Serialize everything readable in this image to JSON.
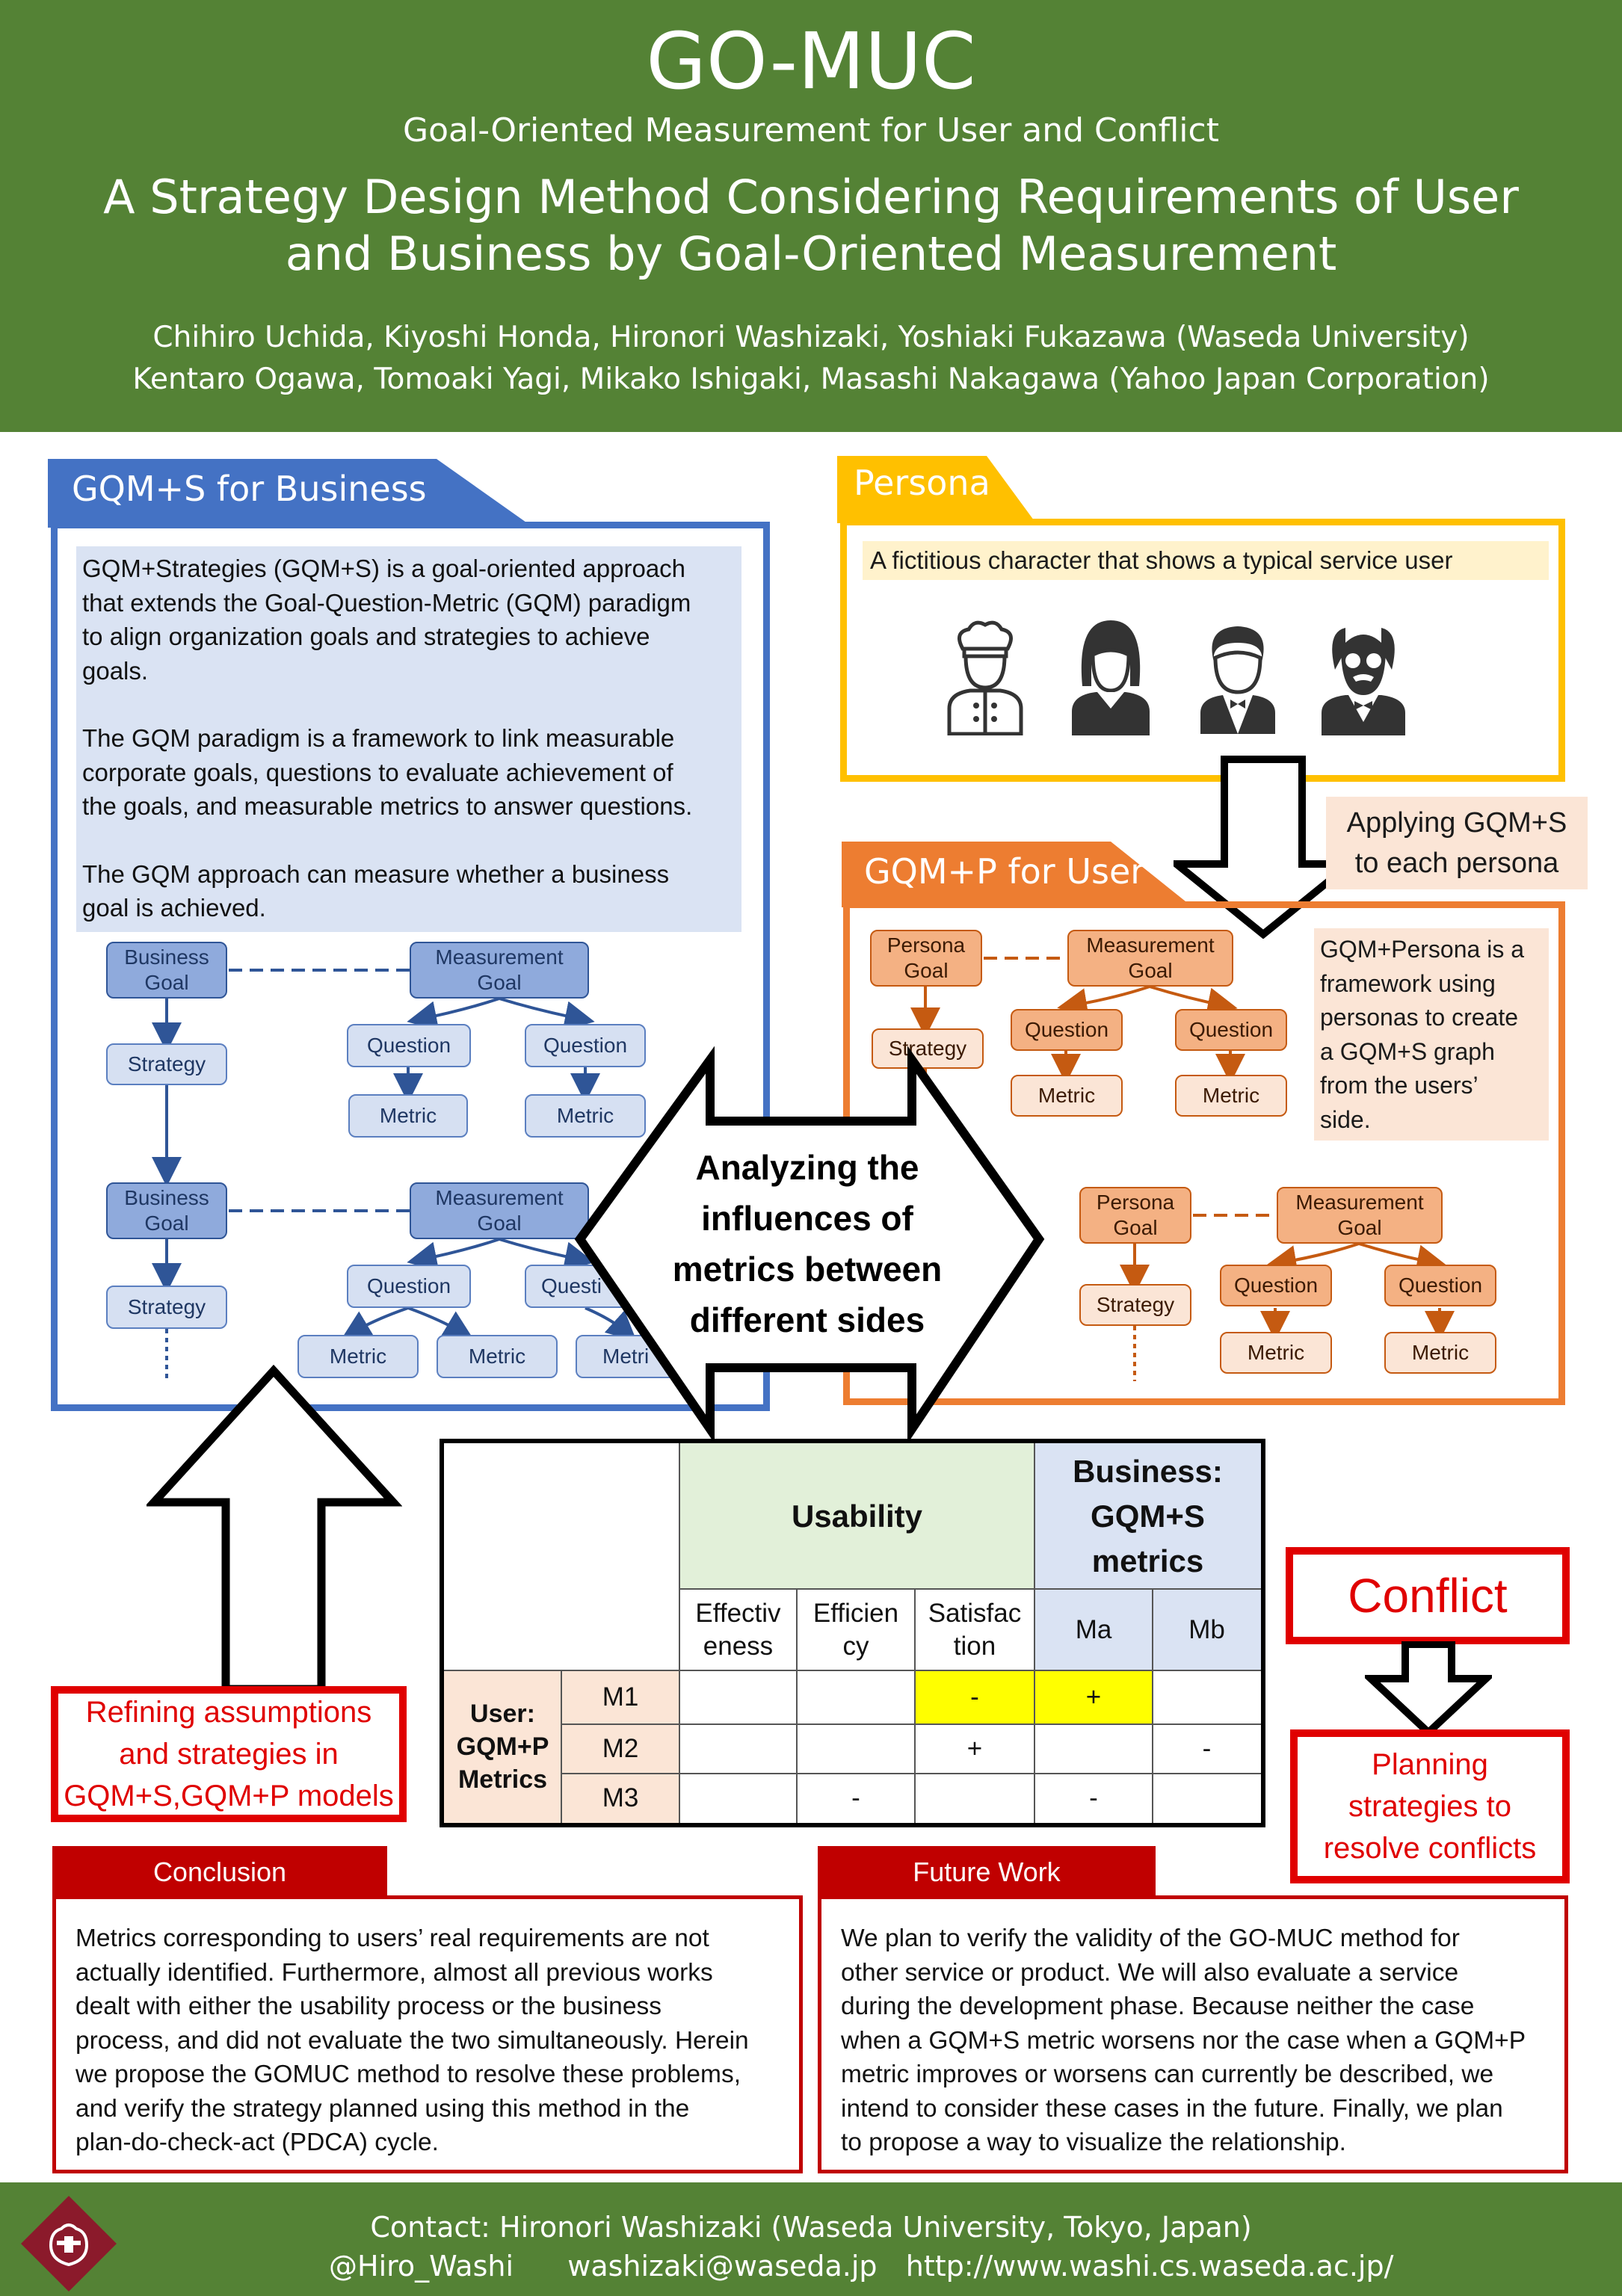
{
  "header": {
    "title": "GO-MUC",
    "subtitle": "Goal-Oriented Measurement for User and Conflict",
    "main_title_line1": "A Strategy Design Method Considering Requirements of User",
    "main_title_line2": "and Business by Goal-Oriented Measurement",
    "authors_line1": "Chihiro Uchida, Kiyoshi Honda, Hironori Washizaki, Yoshiaki Fukazawa (Waseda University)",
    "authors_line2": "Kentaro Ogawa, Tomoaki Yagi, Mikako Ishigaki, Masashi Nakagawa (Yahoo Japan Corporation)"
  },
  "gqms": {
    "tab_label": "GQM+S for Business",
    "para1": [
      "GQM+Strategies (GQM+S) is a goal-oriented approach",
      "that extends the Goal-Question-Metric (GQM) paradigm",
      "to align organization goals and strategies to achieve",
      "goals."
    ],
    "para2": [
      "The GQM paradigm is a framework to link measurable",
      "corporate goals, questions to evaluate achievement of",
      "the goals, and measurable metrics to answer questions."
    ],
    "para3": [
      "The GQM approach can measure whether a business",
      "goal is achieved."
    ],
    "business_goal": [
      "Business",
      "Goal"
    ],
    "measurement_goal": [
      "Measurement",
      "Goal"
    ],
    "strategy": "Strategy",
    "question": "Question",
    "question_cut": "Questi",
    "metric": "Metric",
    "metric_cut": "Metri",
    "ellipsis": "⋮"
  },
  "persona": {
    "tab_label": "Persona",
    "description": "A fictitious character that shows a typical service user",
    "icons": [
      "chef-icon",
      "woman-icon",
      "waiter-icon",
      "old-man-icon"
    ]
  },
  "applying_label": [
    "Applying GQM+S",
    "to each persona"
  ],
  "gqmp": {
    "tab_label": "GQM+P for User",
    "description": [
      "GQM+Persona is a",
      "framework using",
      "personas to create",
      "a GQM+S graph",
      "from the users’",
      "side."
    ],
    "persona_goal": [
      "Persona",
      "Goal"
    ],
    "measurement_goal": [
      "Measurement",
      "Goal"
    ],
    "strategy": "Strategy",
    "question": "Question",
    "metric": "Metric"
  },
  "center_arrow_text": [
    "Analyzing the",
    "influences of",
    "metrics between",
    "different sides"
  ],
  "table": {
    "usability_header": "Usability",
    "business_header": [
      "Business:",
      "GQM+S",
      "metrics"
    ],
    "user_header": [
      "User:",
      "GQM+P",
      "Metrics"
    ],
    "usability_cols": [
      [
        "Effectiv",
        "eness"
      ],
      [
        "Efficien",
        "cy"
      ],
      [
        "Satisfac",
        "tion"
      ]
    ],
    "business_cols": [
      "Ma",
      "Mb"
    ],
    "rows": [
      {
        "label": "M1",
        "cells": [
          "",
          "",
          "-",
          "+",
          ""
        ]
      },
      {
        "label": "M2",
        "cells": [
          "",
          "",
          "+",
          "",
          "-"
        ]
      },
      {
        "label": "M3",
        "cells": [
          "",
          "-",
          "",
          "-",
          ""
        ]
      }
    ],
    "highlight_color": "#ffff00"
  },
  "refining_box": [
    "Refining assumptions",
    "and strategies in",
    "GQM+S,GQM+P models"
  ],
  "conflict_box": "Conflict",
  "planning_box": [
    "Planning",
    "strategies to",
    "resolve conflicts"
  ],
  "conclusion": {
    "tab_label": "Conclusion",
    "lines": [
      "Metrics corresponding to users’ real requirements are not",
      "actually identified. Furthermore, almost all previous works",
      "dealt with either the usability process or the business",
      "process, and did not evaluate the two simultaneously. Herein",
      "we propose the GOMUC method to resolve these problems,",
      "and verify the strategy planned using this method in the",
      "plan-do-check-act (PDCA) cycle."
    ]
  },
  "future_work": {
    "tab_label": "Future Work",
    "lines": [
      "We plan to verify the validity of the GO-MUC method for",
      "other service or product. We will also evaluate a service",
      "during the development phase. Because neither the case",
      "when a GQM+S metric worsens nor the case when a GQM+P",
      "metric improves or worsens can currently be described, we",
      "intend to consider these cases in the future. Finally, we plan",
      "to propose a way to visualize the relationship."
    ]
  },
  "footer": {
    "contact": "Contact: Hironori Washizaki (Waseda University, Tokyo, Japan)",
    "handle": "@Hiro_Washi",
    "email": "washizaki@waseda.jp",
    "url": "http://www.washi.cs.waseda.ac.jp/"
  },
  "colors": {
    "green": "#548235",
    "blue": "#4472c4",
    "yellow": "#ffc000",
    "orange": "#ed7d31",
    "red": "#e00000",
    "dark_red": "#c00000"
  }
}
